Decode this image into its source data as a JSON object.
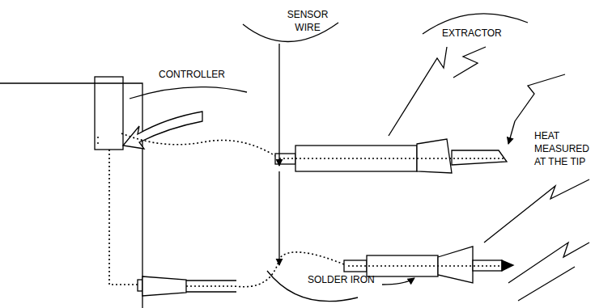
{
  "diagram": {
    "labels": [
      "SENSOR WIRE",
      "EXTRACTOR",
      "CONTROLLER",
      "HEAT MEASURED AT THE TIP",
      "SOLDER IRON"
    ]
  }
}
